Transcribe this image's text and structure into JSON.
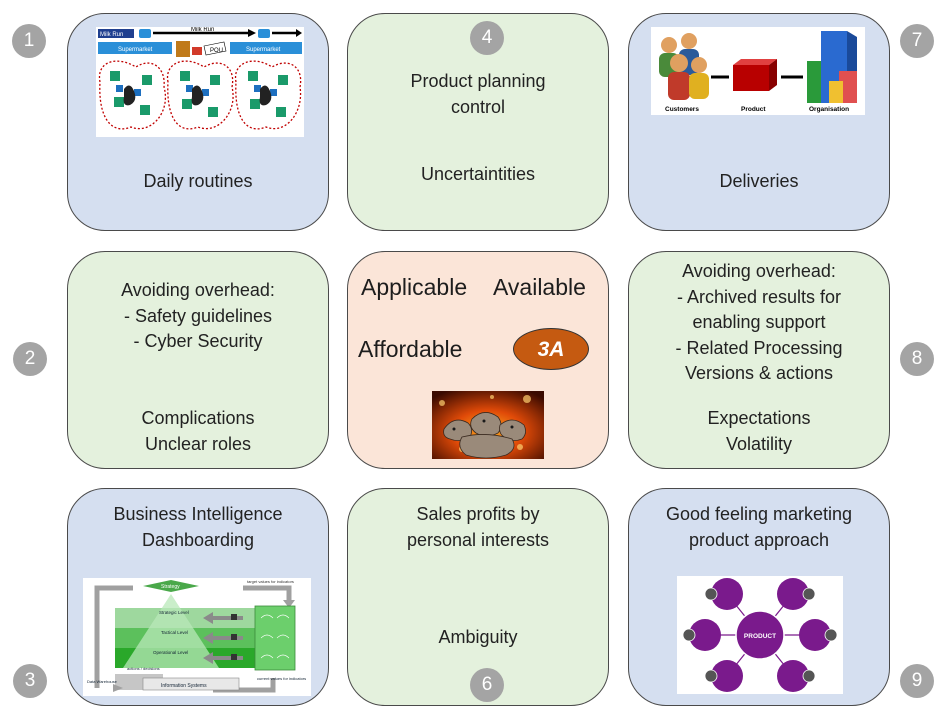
{
  "badges": [
    "1",
    "2",
    "3",
    "4",
    "6",
    "7",
    "8",
    "9"
  ],
  "card1": {
    "image_labels": {
      "milk_run_left": "Milk Run",
      "milk_run_right": "Milk Run",
      "supermarket_left": "Supermarket",
      "supermarket_right": "Supermarket",
      "pou": "POU"
    },
    "lines": [
      "Daily routines"
    ]
  },
  "card2": {
    "top_lines": [
      "Avoiding overhead:",
      "- Safety guidelines",
      "- Cyber Security"
    ],
    "bottom_lines": [
      "Complications",
      "Unclear roles"
    ]
  },
  "card3": {
    "lines": [
      "Business Intelligence",
      "Dashboarding"
    ],
    "image_labels": {
      "strategy": "Strategy",
      "target_values": "target values for indicators",
      "strategic_level": "Strategic Level",
      "tactical_level": "Tactical Level",
      "operational_level": "Operational Level",
      "actions": "actions / decisions",
      "data_warehouse": "Data Warehouse",
      "information_systems": "Information Systems",
      "current_values": "current values for indicators"
    }
  },
  "card4": {
    "top_lines": [
      "Product planning",
      "control"
    ],
    "bottom_lines": [
      "Uncertaintities"
    ]
  },
  "card5": {
    "words": {
      "applicable": "Applicable",
      "available": "Available",
      "affordable": "Affordable"
    },
    "badge": "3A"
  },
  "card6": {
    "top_lines": [
      "Sales profits by",
      "personal interests"
    ],
    "bottom_lines": [
      "Ambiguity"
    ]
  },
  "card7": {
    "image_labels": {
      "customers": "Customers",
      "product": "Product",
      "organisation": "Organisation"
    },
    "lines": [
      "Deliveries"
    ]
  },
  "card8": {
    "top_lines": [
      "Avoiding overhead:",
      "- Archived results for",
      "enabling support",
      "- Related Processing",
      "Versions & actions"
    ],
    "bottom_lines": [
      "Expectations",
      "Volatility"
    ]
  },
  "card9": {
    "lines": [
      "Good feeling marketing",
      "product approach"
    ],
    "image_labels": {
      "center": "PRODUCT"
    }
  },
  "colors": {
    "blue_card": "#d5dff0",
    "green_card": "#e4f1dd",
    "peach_card": "#fbe5d8",
    "badge_grey": "#a4a4a4",
    "three_a": "#c55a11",
    "marketing_purple": "#7a1a8c"
  }
}
